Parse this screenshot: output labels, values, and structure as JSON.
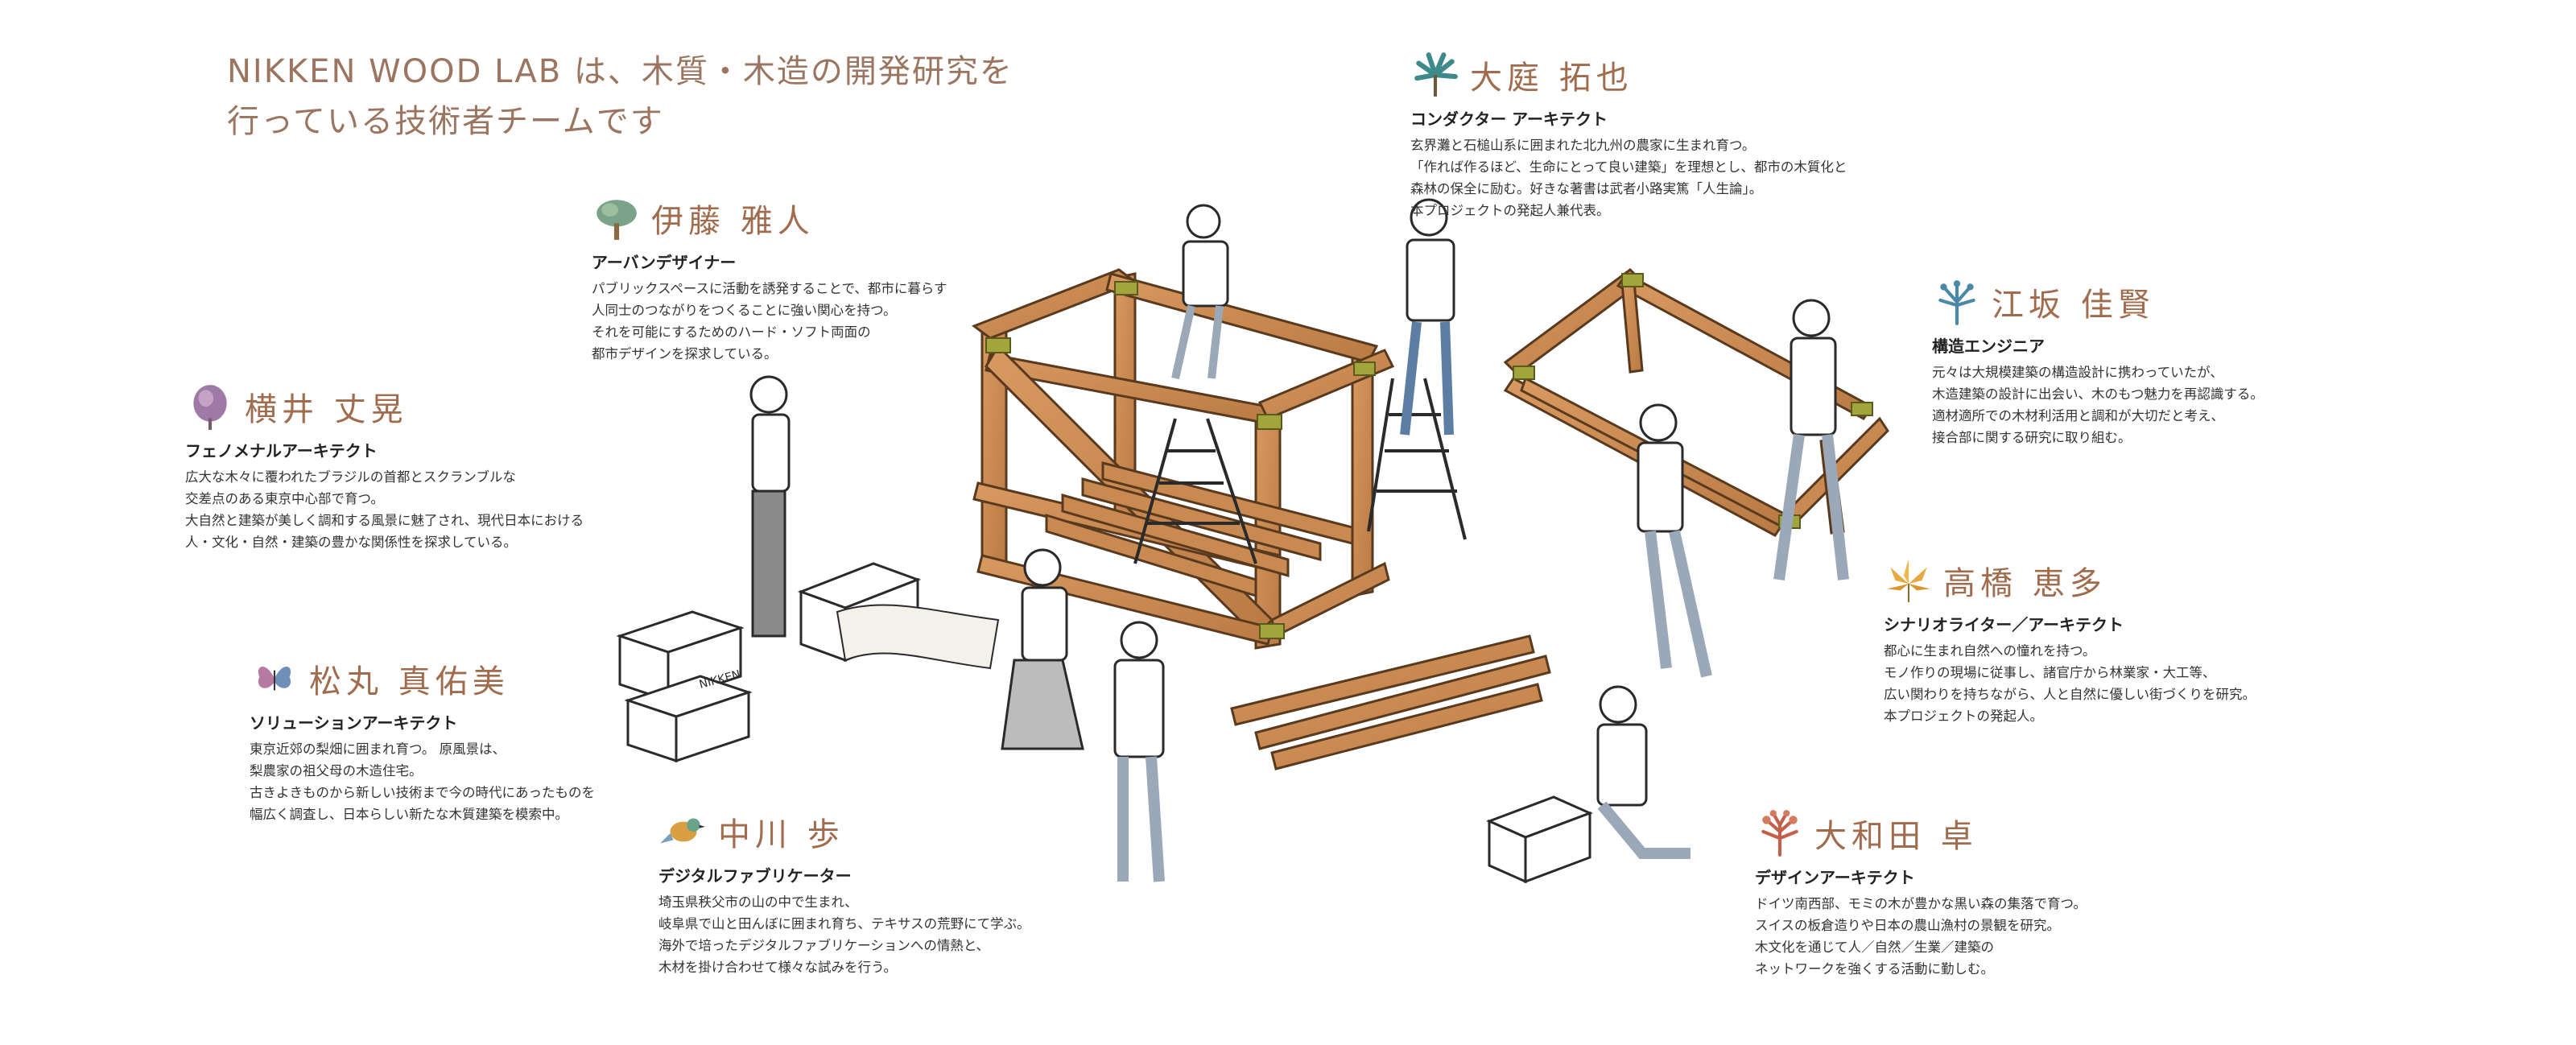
{
  "headline": {
    "line1": "NIKKEN WOOD LAB は、木質・木造の開発研究を",
    "line2": "行っている技術者チームです"
  },
  "members": [
    {
      "name": "伊藤 雅人",
      "role": "アーバンデザイナー",
      "icon": "tree-icon",
      "bio": [
        "パブリックスペースに活動を誘発することで、都市に暮らす",
        "人同士のつながりをつくることに強い関心を持つ。",
        "それを可能にするためのハード・ソフト両面の",
        "都市デザインを探求している。"
      ]
    },
    {
      "name": "横井 丈晃",
      "role": "フェノメナルアーキテクト",
      "icon": "tree-icon",
      "bio": [
        "広大な木々に覆われたブラジルの首都とスクランブルな",
        "交差点のある東京中心部で育つ。",
        "大自然と建築が美しく調和する風景に魅了され、現代日本における",
        "人・文化・自然・建築の豊かな関係性を探求している。"
      ]
    },
    {
      "name": "松丸 真佑美",
      "role": "ソリューションアーキテクト",
      "icon": "butterfly-icon",
      "bio": [
        "東京近郊の梨畑に囲まれ育つ。 原風景は、",
        "梨農家の祖父母の木造住宅。",
        "古きよきものから新しい技術まで今の時代にあったものを",
        "幅広く調査し、日本らしい新たな木質建築を模索中。"
      ]
    },
    {
      "name": "中川 歩",
      "role": "デジタルファブリケーター",
      "icon": "bird-icon",
      "bio": [
        "埼玉県秩父市の山の中で生まれ、",
        "岐阜県で山と田んぼに囲まれ育ち、テキサスの荒野にて学ぶ。",
        "海外で培ったデジタルファブリケーションへの情熱と、",
        "木材を掛け合わせて様々な試みを行う。"
      ]
    },
    {
      "name": "大庭 拓也",
      "role": "コンダクター アーキテクト",
      "icon": "palm-icon",
      "bio": [
        "玄界灘と石槌山系に囲まれた北九州の農家に生まれ育つ。",
        "「作れば作るほど、生命にとって良い建築」を理想とし、都市の木質化と",
        "森林の保全に励む。好きな著書は武者小路実篤「人生論」。",
        "本プロジェクトの発起人兼代表。"
      ]
    },
    {
      "name": "江坂 佳賢",
      "role": "構造エンジニア",
      "icon": "tree-icon",
      "bio": [
        "元々は大規模建築の構造設計に携わっていたが、",
        "木造建築の設計に出会い、木のもつ魅力を再認識する。",
        "適材適所での木材利活用と調和が大切だと考え、",
        "接合部に関する研究に取り組む。"
      ]
    },
    {
      "name": "高橋 恵多",
      "role": "シナリオライター／アーキテクト",
      "icon": "leaf-icon",
      "bio": [
        "都心に生まれ自然への憧れを持つ。",
        "モノ作りの現場に従事し、諸官庁から林業家・大工等、",
        "広い関わりを持ちながら、人と自然に優しい街づくりを研究。",
        "本プロジェクトの発起人。"
      ]
    },
    {
      "name": "大和田 卓",
      "role": "デザインアーキテクト",
      "icon": "tree-icon",
      "bio": [
        "ドイツ南西部、モミの木が豊かな黒い森の集落で育つ。",
        "スイスの板倉造りや日本の農山漁村の景観を研究。",
        "木文化を通じて人／自然／生業／建築の",
        "ネットワークを強くする活動に勤しむ。"
      ]
    }
  ],
  "illustration": {
    "box_label": "NIKKEN",
    "colors": {
      "wood": "#c98a52",
      "wood_dark": "#8a5a30",
      "joint": "#a1a53c",
      "line": "#2a2a2a",
      "accent_text": "#a06c4d"
    }
  }
}
